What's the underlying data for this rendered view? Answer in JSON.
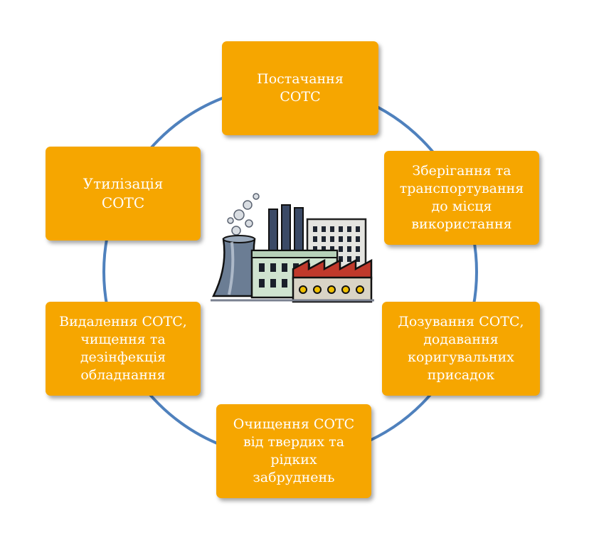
{
  "stages": {
    "supply": "Постачання\nСОТС",
    "storage": "Зберігання та\nтранспортування\nдо місця\nвикористання",
    "dosing": "Дозування СОТС,\nдодавання\nкоригувальних\nприсадок",
    "cleaning": "Очищення СОТС\nвід твердих та\nрідких\nзабруднень",
    "removal": "Видалення СОТС,\nчищення та\nдезінфекція\nобладнання",
    "disposal": "Утилізація\nСОТС"
  },
  "icons": {
    "center": "factory-icon"
  },
  "colors": {
    "box_fill": "#f6a600",
    "box_text": "#ffffff",
    "ring": "#4f81bd"
  }
}
